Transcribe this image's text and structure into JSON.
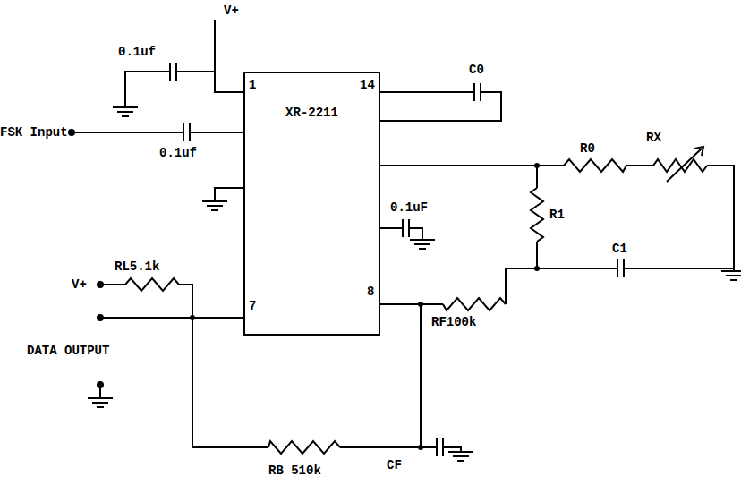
{
  "diagram": {
    "nodes": [
      {
        "text": [
          "XR-2211"
        ]
      }
    ],
    "labels": [
      "V+",
      "0.1uf",
      "1",
      "14",
      "C0",
      "FSK Input",
      "0.1uf",
      "R0",
      "RX",
      "R1",
      "0.1uF",
      "C1",
      "V+",
      "RL5.1k",
      "7",
      "8",
      "RF100k",
      "DATA OUTPUT",
      "RB 510k",
      "CF"
    ]
  }
}
